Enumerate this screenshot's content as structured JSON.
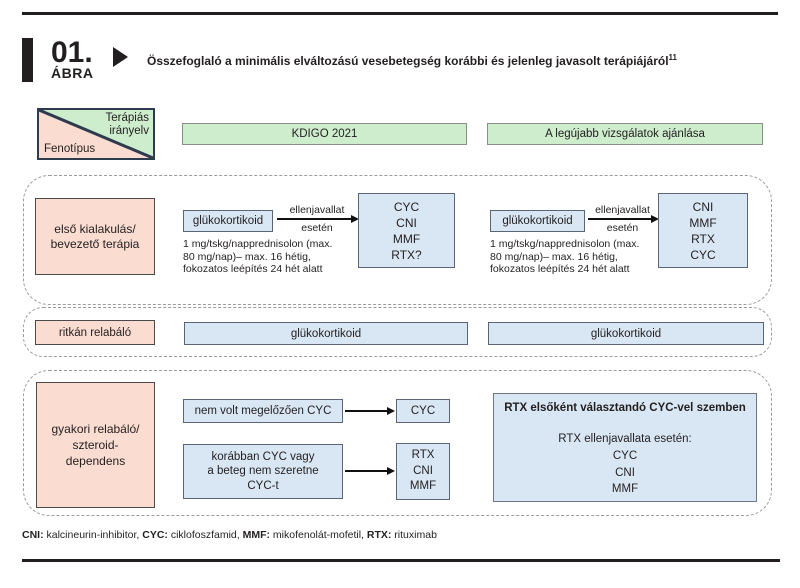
{
  "colors": {
    "green": "#cdedcd",
    "pink": "#fadcd1",
    "blue": "#d9e7f4",
    "dark_border": "#2e3a4e",
    "text": "#231f20"
  },
  "figure": {
    "number": "01.",
    "label": "ÁBRA",
    "title": "Összefoglaló a minimális elváltozású vesebetegség korábbi és jelenleg javasolt terápiájáról",
    "title_sup": "11"
  },
  "matrix": {
    "top_right": "Terápiás\nirányelv",
    "bottom_left": "Fenotípus",
    "col1": "KDIGO 2021",
    "col2": "A legújabb vizsgálatok ajánlása"
  },
  "row1": {
    "label": "első kialakulás/\nbevezető terápia",
    "left": {
      "drug": "glükokortikoid",
      "note": "1 mg/tskg/napprednisolon (max.\n80 mg/nap)– max. 16 hétig,\nfokozatos leépítés 24 hét alatt",
      "arrow_top": "ellenjavallat",
      "arrow_bottom": "esetén",
      "result": "CYC\nCNI\nMMF\nRTX?"
    },
    "right": {
      "drug": "glükokortikoid",
      "note": "1 mg/tskg/napprednisolon (max.\n80 mg/nap)– max. 16 hétig,\nfokozatos leépítés 24 hét alatt",
      "arrow_top": "ellenjavallat",
      "arrow_bottom": "esetén",
      "result": "CNI\nMMF\nRTX\nCYC"
    }
  },
  "row2": {
    "label": "ritkán relabáló",
    "left_drug": "glükokortikoid",
    "right_drug": "glükokortikoid"
  },
  "row3": {
    "label": "gyakori relabáló/\nszteroid-\ndependens",
    "no_prior_cyc": "nem volt megelőzően CYC",
    "no_prior_cyc_result": "CYC",
    "prior_cyc": "korábban CYC vagy\na beteg nem szeretne\nCYC-t",
    "prior_cyc_result": "RTX\nCNI\nMMF",
    "right_title": "RTX elsőként választandó CYC-vel szemben",
    "right_sub": "RTX ellenjavallata esetén:",
    "right_options": "CYC\nCNI\nMMF"
  },
  "footer": {
    "a1": "CNI:",
    "t1": " kalcineurin-inhibitor, ",
    "a2": "CYC:",
    "t2": " ciklofoszfamid, ",
    "a3": "MMF:",
    "t3": " mikofenolát-mofetil, ",
    "a4": "RTX:",
    "t4": " rituximab"
  }
}
